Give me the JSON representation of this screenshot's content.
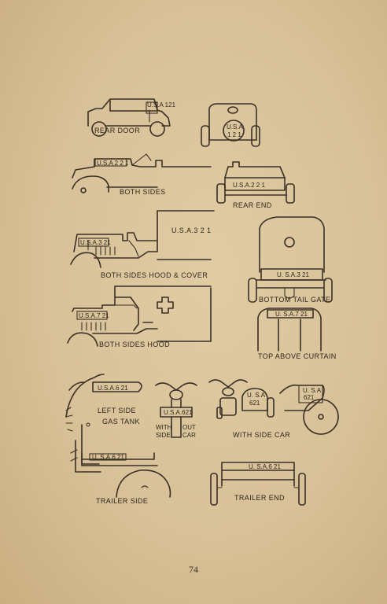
{
  "page_number": "74",
  "captions": {
    "rear_door": "REAR DOOR",
    "both_sides": "BOTH SIDES",
    "rear_end": "REAR   END",
    "both_sides_hood_cover": "BOTH SIDES HOOD & COVER",
    "bottom_tail_gate": "BOTTOM TAIL GATE",
    "both_sides_hood": "BOTH SIDES HOOD",
    "top_above_curtain": "TOP ABOVE CURTAIN",
    "left_side": "LEFT SIDE",
    "gas_tank": "GAS TANK",
    "with": "WITH",
    "side": "SIDE",
    "out": "OUT",
    "car": "CAR",
    "with_side_car": "WITH SIDE CAR",
    "trailer_side": "TRAILER  SIDE",
    "trailer_end": "TRAILER  END"
  },
  "plates": {
    "touring_rear_door": "U.S.A 121",
    "touring_rear_a": "U.S.A",
    "touring_rear_b": "1 2 1",
    "truck_side": "U.S.A 2 2 1",
    "truck_rear": "U.S.A.2 2 1",
    "wagon_cover": "U.S.A.3 2 1",
    "wagon_hood": "U.S.A.3 21",
    "wagon_rear": "U. S.A.3 21",
    "ambulance_hood": "U.S.A.7 21",
    "ambulance_top": "U. S.A.7 21",
    "motorcycle_tank": "U.S.A.6 21",
    "motorcycle_front": "U.S.A.621",
    "sidecar_front_a": "U. S.A",
    "sidecar_front_b": "621",
    "sidecar_side_a": "U. S.A",
    "sidecar_side_b": "621",
    "trailer_side": "U. S.A.6 21",
    "trailer_end": "U. S.A.6 21"
  }
}
